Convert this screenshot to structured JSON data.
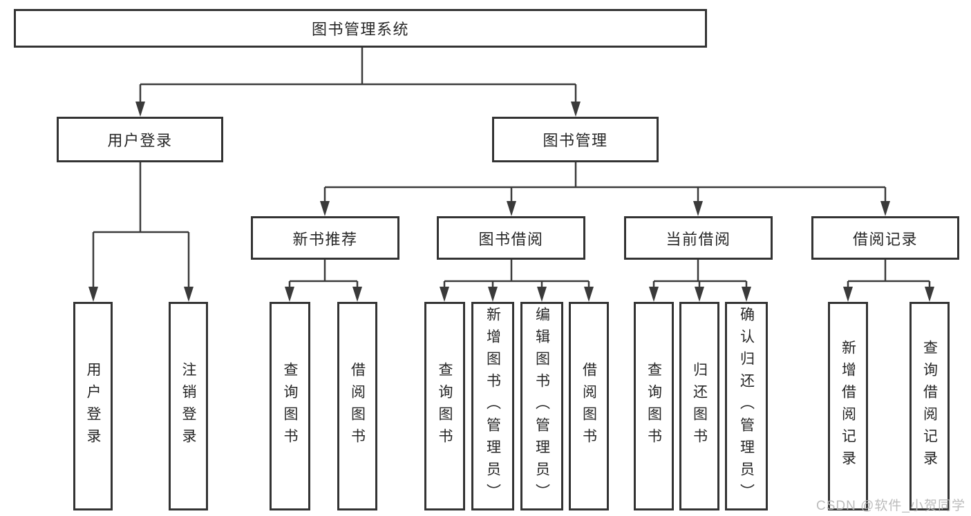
{
  "watermark": "CSDN @软件_小贺同学",
  "colors": {
    "background": "#ffffff",
    "box_border": "#333333",
    "connector_line": "#3a3a3a",
    "text": "#262626",
    "watermark_text": "#b5b5b5"
  },
  "tree": {
    "label": "图书管理系统",
    "children": [
      {
        "label": "用户登录",
        "children": [
          {
            "label": "用户登录"
          },
          {
            "label": "注销登录"
          }
        ]
      },
      {
        "label": "图书管理",
        "children": [
          {
            "label": "新书推荐",
            "children": [
              {
                "label": "查询图书"
              },
              {
                "label": "借阅图书"
              }
            ]
          },
          {
            "label": "图书借阅",
            "children": [
              {
                "label": "查询图书"
              },
              {
                "label": "新增图书（管理员）"
              },
              {
                "label": "编辑图书（管理员）"
              },
              {
                "label": "借阅图书"
              }
            ]
          },
          {
            "label": "当前借阅",
            "children": [
              {
                "label": "查询图书"
              },
              {
                "label": "归还图书"
              },
              {
                "label": "确认归还（管理员）"
              }
            ]
          },
          {
            "label": "借阅记录",
            "children": [
              {
                "label": "新增借阅记录"
              },
              {
                "label": "查询借阅记录"
              }
            ]
          }
        ]
      }
    ]
  }
}
